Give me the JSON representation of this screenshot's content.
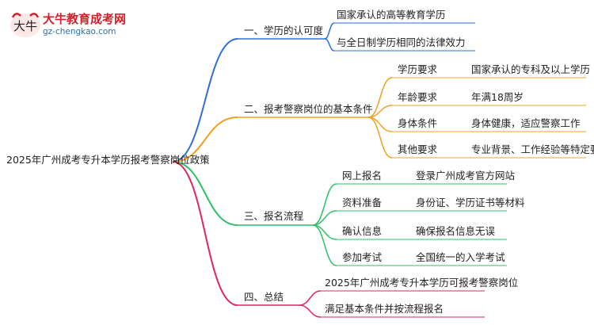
{
  "logo": {
    "name_cn": "大牛教育成考网",
    "url": "gz-chengkao.com"
  },
  "colors": {
    "branch1": "#2f6fd8",
    "branch2": "#f0a020",
    "branch3": "#2fbf6a",
    "branch4": "#e0245e"
  },
  "mindmap": {
    "root": "2025年广州成考专升本学历报考警察岗位政策",
    "branches": [
      {
        "label": "一、学历的认可度",
        "children": [
          {
            "label": "国家承认的高等教育学历"
          },
          {
            "label": "与全日制学历相同的法律效力"
          }
        ]
      },
      {
        "label": "二、报考警察岗位的基本条件",
        "children": [
          {
            "label": "学历要求",
            "detail": "国家承认的专科及以上学历"
          },
          {
            "label": "年龄要求",
            "detail": "年满18周岁"
          },
          {
            "label": "身体条件",
            "detail": "身体健康，适应警察工作"
          },
          {
            "label": "其他要求",
            "detail": "专业背景、工作经验等特定要求"
          }
        ]
      },
      {
        "label": "三、报名流程",
        "children": [
          {
            "label": "网上报名",
            "detail": "登录广州成考官方网站"
          },
          {
            "label": "资料准备",
            "detail": "身份证、学历证书等材料"
          },
          {
            "label": "确认信息",
            "detail": "确保报名信息无误"
          },
          {
            "label": "参加考试",
            "detail": "全国统一的入学考试"
          }
        ]
      },
      {
        "label": "四、总结",
        "children": [
          {
            "label": "2025年广州成考专升本学历可报考警察岗位"
          },
          {
            "label": "满足基本条件并按流程报名"
          }
        ]
      }
    ]
  }
}
